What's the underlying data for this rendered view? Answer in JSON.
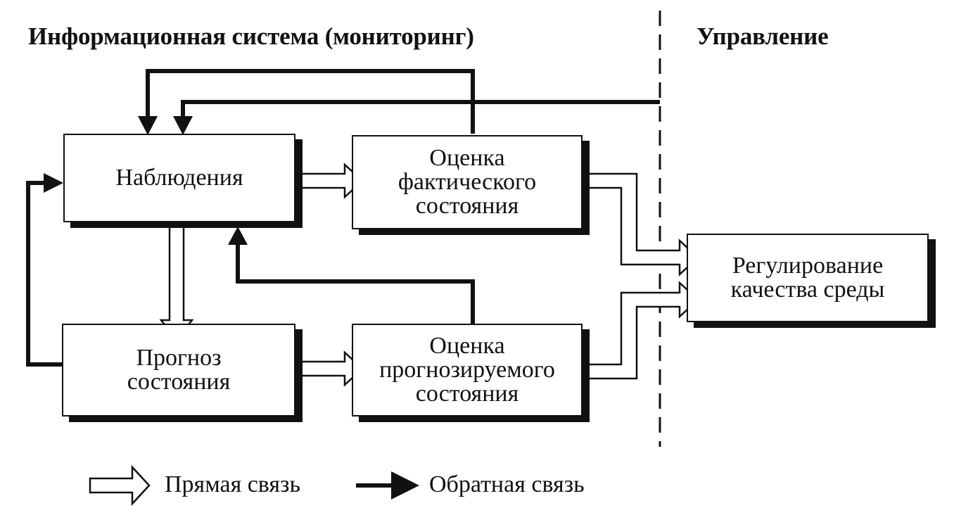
{
  "headers": {
    "left": "Информационная система (мониторинг)",
    "right": "Управление"
  },
  "boxes": {
    "observations": [
      "Наблюдения"
    ],
    "actual_assessment": [
      "Оценка",
      "фактического",
      "состояния"
    ],
    "forecast": [
      "Прогноз",
      "состояния"
    ],
    "forecast_assessment": [
      "Оценка",
      "прогнозируемого",
      "состояния"
    ],
    "regulation": [
      "Регулирование",
      "качества среды"
    ]
  },
  "legend": {
    "direct": "Прямая связь",
    "feedback": "Обратная связь"
  }
}
